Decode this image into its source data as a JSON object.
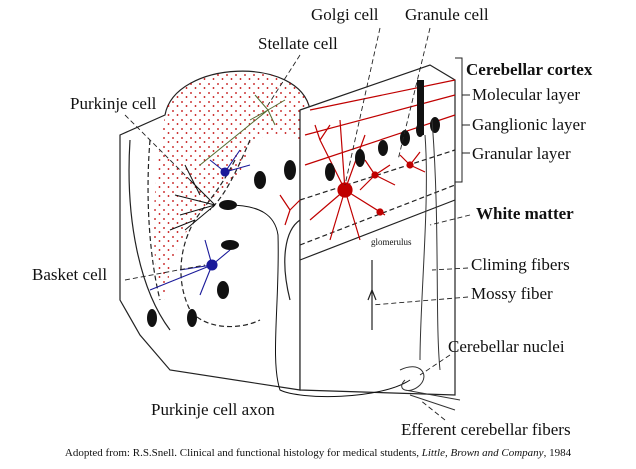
{
  "labels": {
    "golgi_cell": "Golgi cell",
    "granule_cell": "Granule cell",
    "stellate_cell": "Stellate cell",
    "cerebellar_cortex": "Cerebellar cortex",
    "molecular_layer": "Molecular layer",
    "ganglionic_layer": "Ganglionic layer",
    "granular_layer": "Granular layer",
    "white_matter": "White matter",
    "glomerulus": "glomerulus",
    "climbing_fibers": "Climing fibers",
    "mossy_fiber": "Mossy fiber",
    "cerebellar_nuclei": "Cerebellar nuclei",
    "efferent_fibers": "Efferent cerebellar fibers",
    "purkinje_axon": "Purkinje cell axon",
    "basket_cell": "Basket cell",
    "purkinje_cell": "Purkinje cell"
  },
  "caption": {
    "prefix": "Adopted from: R.S.Snell. Clinical and functional histology for medical students, ",
    "publisher": "Little, Brown and Company",
    "year": ", 1984"
  },
  "colors": {
    "red_cells": "#c00000",
    "blue_cells": "#1a1a9a",
    "outline": "#222222"
  }
}
